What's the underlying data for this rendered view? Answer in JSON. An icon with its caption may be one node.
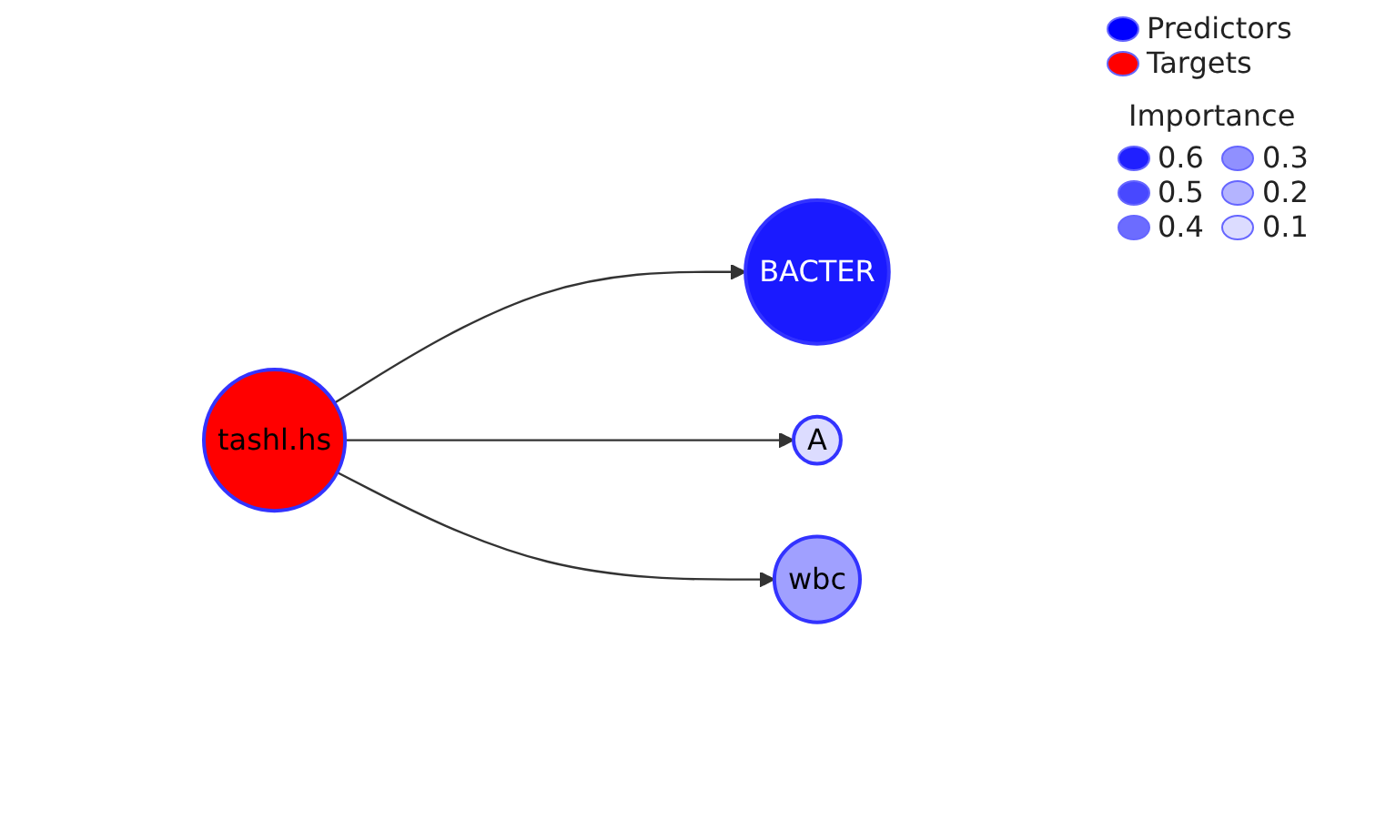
{
  "diagram": {
    "nodes": [
      {
        "text": [
          "tashl.hs"
        ]
      },
      {
        "text": [
          "BACTER"
        ]
      },
      {
        "text": [
          "A"
        ]
      },
      {
        "text": [
          "wbc"
        ]
      }
    ],
    "edges": [
      {
        "from": 0,
        "to": 1,
        "arrow": "to"
      },
      {
        "from": 0,
        "to": 2,
        "arrow": "to"
      },
      {
        "from": 0,
        "to": 3,
        "arrow": "to"
      }
    ],
    "labels": [
      "Importance"
    ],
    "legend": [
      {
        "text": "Predictors",
        "color": "#0000ff"
      },
      {
        "text": "Targets",
        "color": "#ff0000"
      },
      {
        "text": "0.6",
        "color": "#2020ff"
      },
      {
        "text": "0.5",
        "color": "#4848ff"
      },
      {
        "text": "0.4",
        "color": "#6c6cff"
      },
      {
        "text": "0.3",
        "color": "#9090ff"
      },
      {
        "text": "0.2",
        "color": "#b4b4ff"
      },
      {
        "text": "0.1",
        "color": "#dcdcff"
      }
    ]
  }
}
